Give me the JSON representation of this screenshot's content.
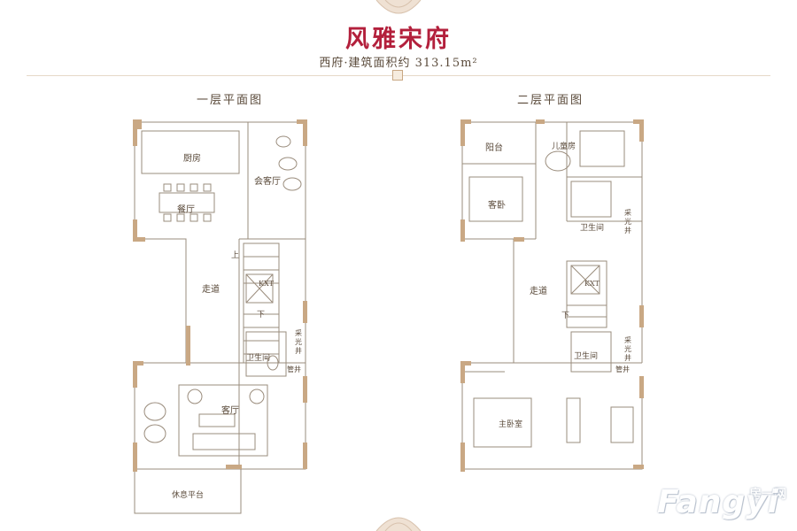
{
  "header": {
    "title": "风雅宋府",
    "subtitle": "西府·建筑面积约 313.15m²"
  },
  "floor1": {
    "title": "一层平面图",
    "rooms": {
      "kitchen": "厨房",
      "reception": "会客厅",
      "dining": "餐厅",
      "corridor": "走道",
      "elevator": "KXT",
      "up": "上",
      "down": "下",
      "bathroom": "卫生间",
      "skylight": "采光井",
      "pipe": "管井",
      "living": "客厅",
      "terrace": "休息平台"
    }
  },
  "floor2": {
    "title": "二层平面图",
    "rooms": {
      "balcony": "阳台",
      "kids": "儿童房",
      "guest": "客卧",
      "bathroom_top": "卫生间",
      "skylight_top": "采光井",
      "corridor": "走道",
      "elevator": "KXT",
      "down": "下",
      "bathroom_bottom": "卫生间",
      "skylight_bottom": "采光井",
      "pipe": "管井",
      "master": "主卧室"
    }
  },
  "watermark": {
    "brand": "Fangyi",
    "cn": "房一网"
  },
  "colors": {
    "title": "#b3203c",
    "wall": "#c9a884",
    "line": "#9a8c7c"
  }
}
